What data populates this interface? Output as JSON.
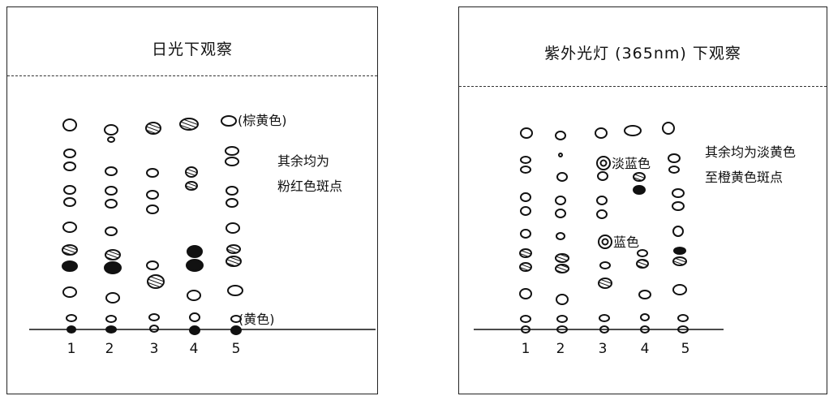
{
  "left_panel": {
    "title": "日光下观察",
    "lane_labels": [
      "1",
      "2",
      "3",
      "4",
      "5"
    ],
    "label_brown": "(棕黄色)",
    "label_yellow": "(黄色)",
    "note_lines": [
      "其余均为",
      "粉红色斑点"
    ]
  },
  "right_panel": {
    "title": "紫外光灯 (365nm) 下观察",
    "lane_labels": [
      "1",
      "2",
      "3",
      "4",
      "5"
    ],
    "label_light_blue": "淡蓝色",
    "label_blue": "蓝色",
    "note_lines": [
      "其余均为淡黄色",
      "至橙黄色斑点"
    ]
  }
}
